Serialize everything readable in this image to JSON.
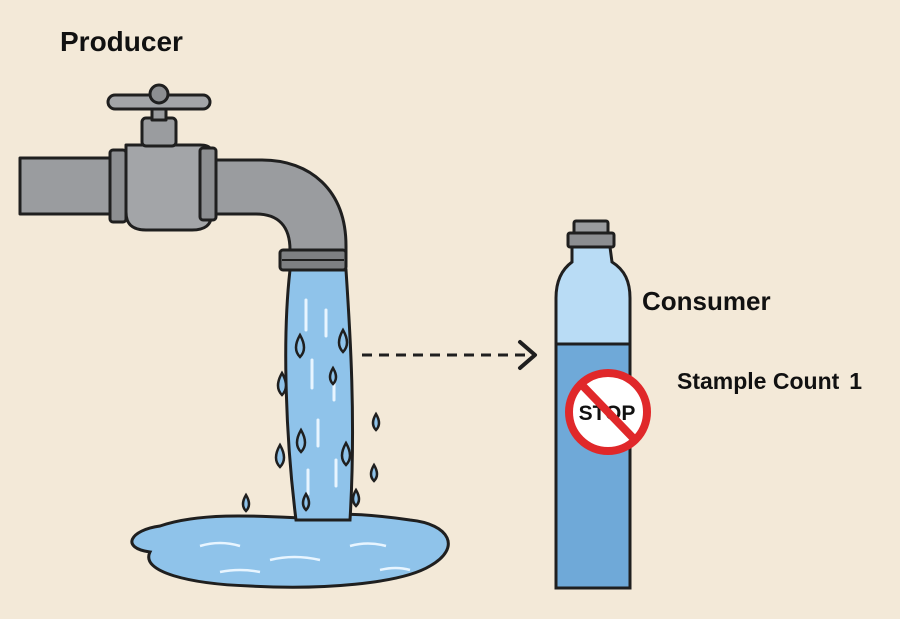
{
  "producer": {
    "label": "Producer"
  },
  "consumer": {
    "label": "Consumer"
  },
  "sample_count": {
    "label": "Stample Count",
    "value": "1"
  },
  "stop_sign": {
    "text": "STOP"
  },
  "colors": {
    "background": "#f3e9d8",
    "pipe": "#9a9c9f",
    "water": "#8fc3ea",
    "bottle_empty": "#b9dcf5",
    "bottle_water": "#6fa9d8",
    "stop_red": "#e0282a"
  },
  "icons": [
    "faucet-icon",
    "water-stream-icon",
    "water-puddle-icon",
    "bottle-icon",
    "stop-sign-icon",
    "dashed-arrow-icon"
  ]
}
